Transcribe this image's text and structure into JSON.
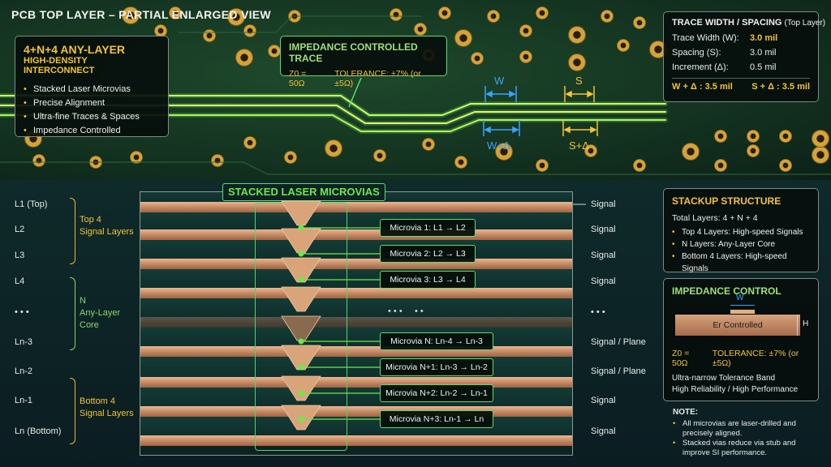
{
  "header": {
    "title": "PCB TOP LAYER – PARTIAL ENLARGED VIEW"
  },
  "hdi_panel": {
    "title_line1": "4+N+4 ANY-LAYER",
    "title_line2": "HIGH-DENSITY INTERCONNECT",
    "items": [
      "Stacked Laser Microvias",
      "Precise Alignment",
      "Ultra-fine Traces & Spaces",
      "Impedance Controlled"
    ]
  },
  "impedance_trace": {
    "title": "IMPEDANCE CONTROLLED TRACE",
    "z0": "Z0 = 50Ω",
    "tolerance": "TOLERANCE: ±7% (or ±5Ω)"
  },
  "dimension_labels": {
    "w": "W",
    "w_delta": "W+Δ",
    "s": "S",
    "s_delta": "S+Δ"
  },
  "trace_panel": {
    "title": "TRACE WIDTH / SPACING",
    "title_suffix": "(Top Layer)",
    "rows": [
      {
        "label": "Trace Width (W):",
        "value": "3.0 mil"
      },
      {
        "label": "Spacing (S):",
        "value": "3.0 mil"
      },
      {
        "label": "Increment (Δ):",
        "value": "0.5 mil"
      }
    ],
    "footer_left": "W + Δ : 3.5 mil",
    "footer_right": "S + Δ : 3.5 mil"
  },
  "stack": {
    "title": "STACKED LASER MICROVIAS",
    "left_labels": [
      "L1 (Top)",
      "L2",
      "L3",
      "L4",
      "• • •",
      "Ln-3",
      "Ln-2",
      "Ln-1",
      "Ln (Bottom)"
    ],
    "groups": {
      "top_line1": "Top 4",
      "top_line2": "Signal Layers",
      "mid_line1": "N",
      "mid_line2": "Any-Layer",
      "mid_line3": "Core",
      "bottom_line1": "Bottom 4",
      "bottom_line2": "Signal Layers"
    },
    "right_labels": [
      "Signal",
      "Signal",
      "Signal",
      "Signal",
      "• • •",
      "Signal / Plane",
      "Signal / Plane",
      "Signal",
      "Signal"
    ],
    "middle_dots": "• • •     • •",
    "microvias": [
      "Microvia 1: L1 → L2",
      "Microvia 2: L2 → L3",
      "Microvia 3: L3 → L4",
      "Microvia N: Ln-4 → Ln-3",
      "Microvia N+1: Ln-3 → Ln-2",
      "Microvia N+2: Ln-2 → Ln-1",
      "Microvia N+3: Ln-1 → Ln"
    ]
  },
  "stackup_panel": {
    "title": "STACKUP STRUCTURE",
    "total": "Total Layers: 4 + N + 4",
    "items": [
      "Top 4 Layers: High-speed Signals",
      "N Layers: Any-Layer Core",
      "Bottom 4 Layers: High-speed Signals"
    ]
  },
  "impedance_panel": {
    "title": "IMPEDANCE CONTROL",
    "w": "W",
    "h": "H",
    "er": "Er Controlled",
    "z0": "Z0 = 50Ω",
    "tolerance": "TOLERANCE: ±7% (or ±5Ω)",
    "line1": "Ultra-narrow Tolerance Band",
    "line2": "High Reliability / High Performance"
  },
  "note": {
    "title": "NOTE:",
    "items": [
      "All microvias are laser-drilled and precisely aligned.",
      "Stacked vias reduce via stub and improve SI performance."
    ]
  },
  "colors": {
    "gold": "#f3c336",
    "green": "#5fdc6e",
    "copper": "#c78a64",
    "blue": "#3aa2ff"
  }
}
